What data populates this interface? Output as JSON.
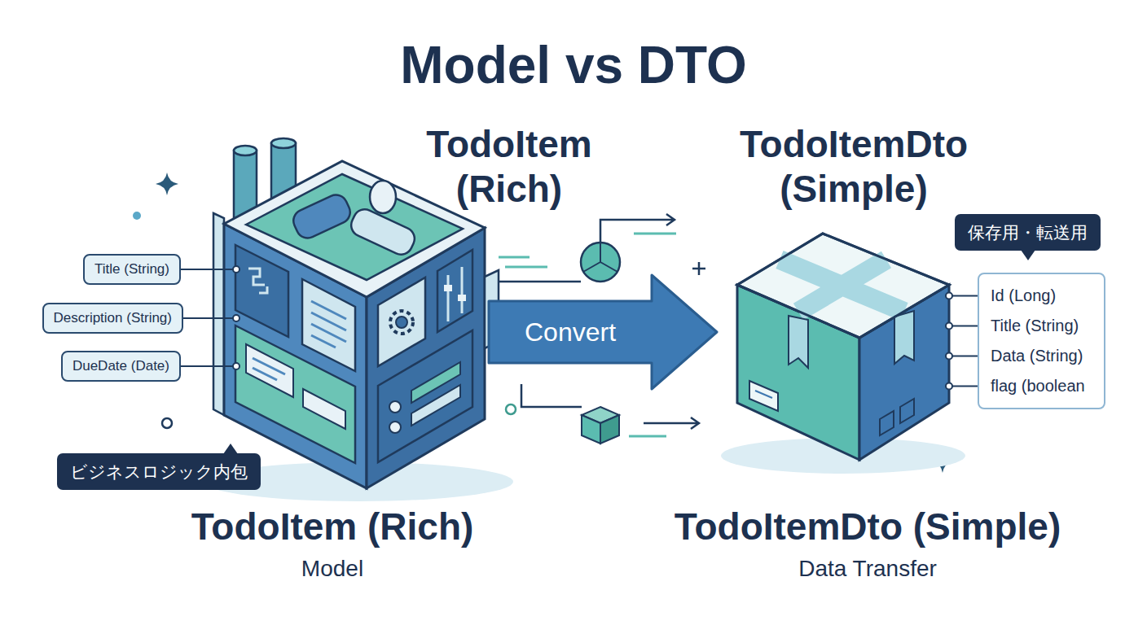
{
  "diagram": {
    "title": "Model vs DTO",
    "nodes": [
      {
        "text": [
          "Title (String)"
        ]
      },
      {
        "text": [
          "Description (String)"
        ]
      },
      {
        "text": [
          "DueDate (Date)"
        ]
      },
      {
        "text": [
          "TodoItem (Rich)",
          "Model"
        ]
      },
      {
        "text": [
          "ビジネスロジック内包"
        ]
      },
      {
        "text": [
          "保存用・転送用"
        ]
      },
      {
        "text": [
          "TodoItemDto (Simple)",
          "Data Transfer"
        ]
      },
      {
        "text": [
          "Id (Long)",
          "Title (String)",
          "Data (String)",
          "flag (boolean"
        ]
      }
    ],
    "edges": [
      {
        "from": 0,
        "to": 3,
        "arrow": "none"
      },
      {
        "from": 1,
        "to": 3,
        "arrow": "none"
      },
      {
        "from": 2,
        "to": 3,
        "arrow": "none"
      },
      {
        "from": 3,
        "to": 6,
        "arrow": "to",
        "label": "Convert"
      },
      {
        "from": 6,
        "to": 7,
        "arrow": "none"
      },
      {
        "from": 6,
        "to": 7,
        "arrow": "none"
      },
      {
        "from": 6,
        "to": 7,
        "arrow": "none"
      },
      {
        "from": 6,
        "to": 7,
        "arrow": "none"
      }
    ],
    "labels": [
      "TodoItem (Rich)",
      "TodoItemDto (Simple)"
    ]
  }
}
